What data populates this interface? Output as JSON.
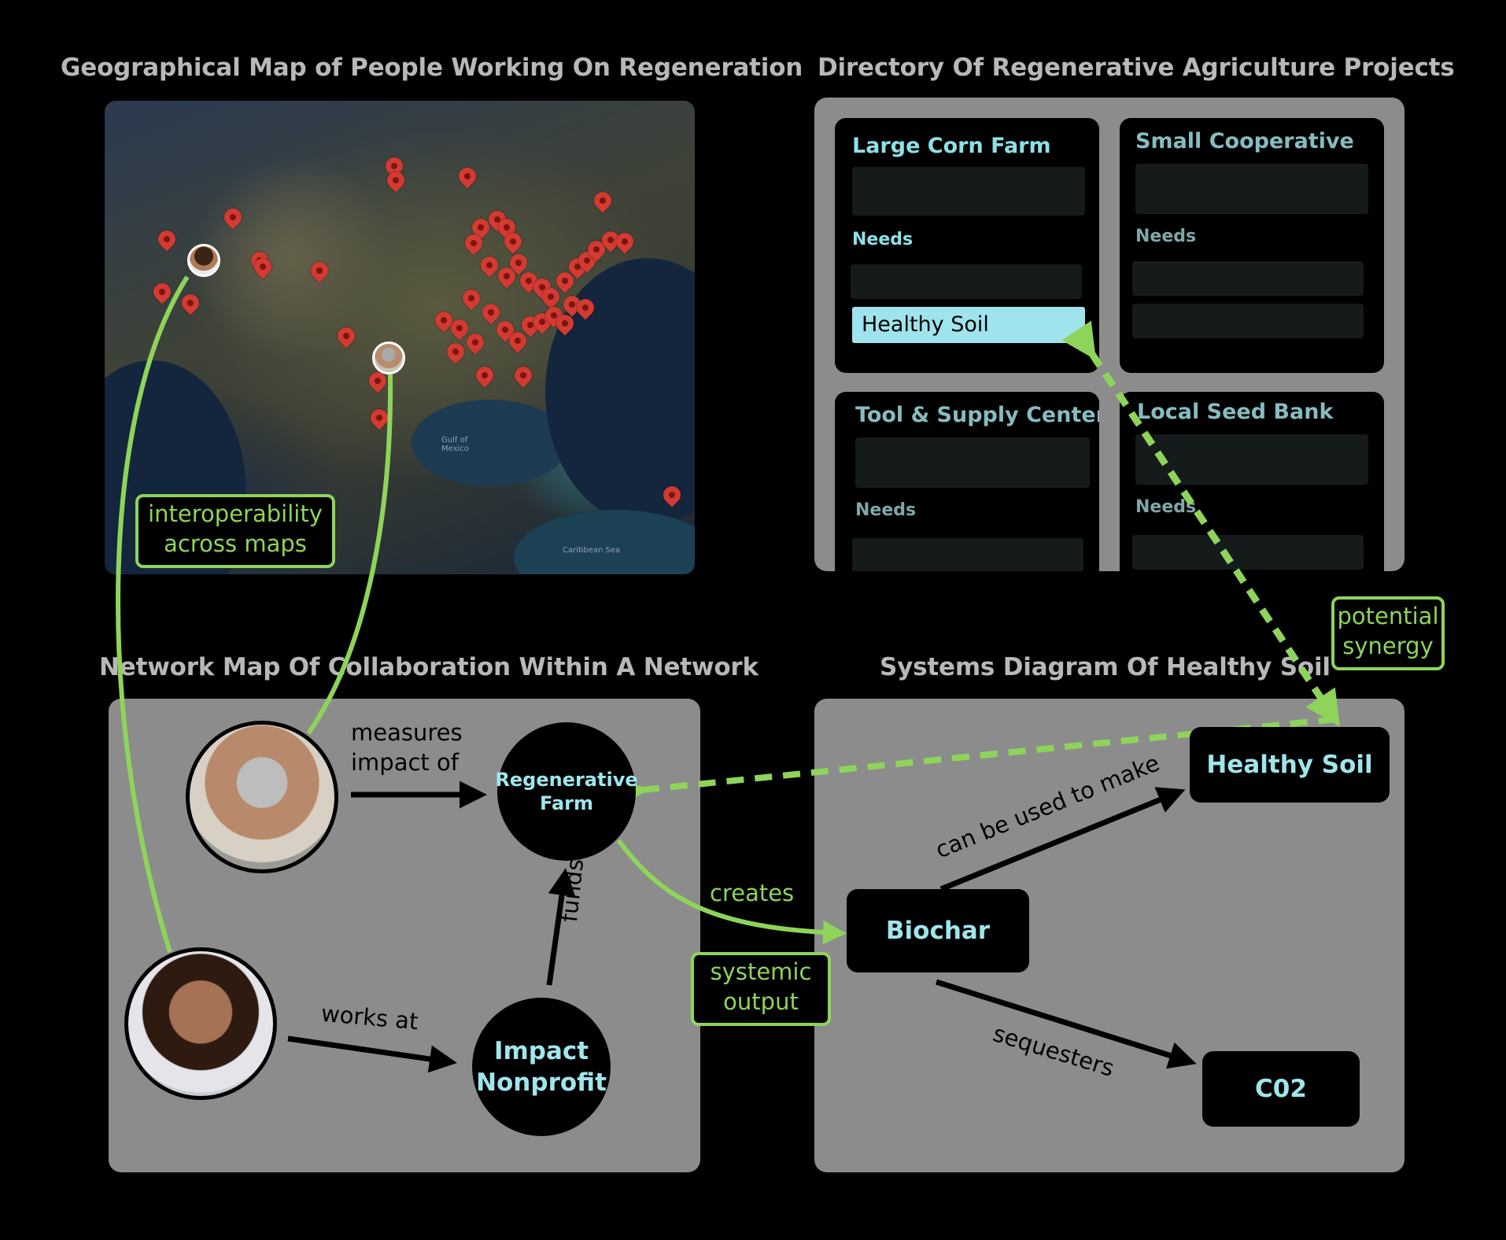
{
  "titles": {
    "geo_map": "Geographical Map of People Working On Regeneration",
    "directory": "Directory Of Regenerative Agriculture Projects",
    "network": "Network Map Of Collaboration Within A Network",
    "systems": "Systems Diagram Of Healthy Soil"
  },
  "map": {
    "labels": {
      "gulf": "Gulf of\nMexico",
      "caribbean": "Caribbean Sea"
    }
  },
  "directory": {
    "cards": [
      {
        "title": "Large Corn Farm",
        "needs": "Needs",
        "chip": "Healthy Soil"
      },
      {
        "title": "Small Cooperative",
        "needs": "Needs"
      },
      {
        "title": "Tool & Supply Center",
        "needs": "Needs"
      },
      {
        "title": "Local Seed Bank",
        "needs": "Needs"
      }
    ]
  },
  "network": {
    "nodes": {
      "farm": "Regenerative Farm",
      "nonprofit": "Impact Nonprofit"
    },
    "edges": {
      "measures": "measures impact of",
      "works_at": "works at",
      "funds": "funds"
    }
  },
  "systems": {
    "nodes": {
      "biochar": "Biochar",
      "healthy_soil": "Healthy Soil",
      "co2": "C02"
    },
    "edges": {
      "can_make": "can be used to make",
      "sequesters": "sequesters",
      "creates": "creates"
    }
  },
  "callouts": {
    "interoperability": "interoperability across maps",
    "synergy": "potential synergy",
    "systemic": "systemic output"
  },
  "colors": {
    "accent_green": "#8ed45a",
    "accent_cyan": "#9ee6ec",
    "panel_gray": "#8c8c8c"
  }
}
